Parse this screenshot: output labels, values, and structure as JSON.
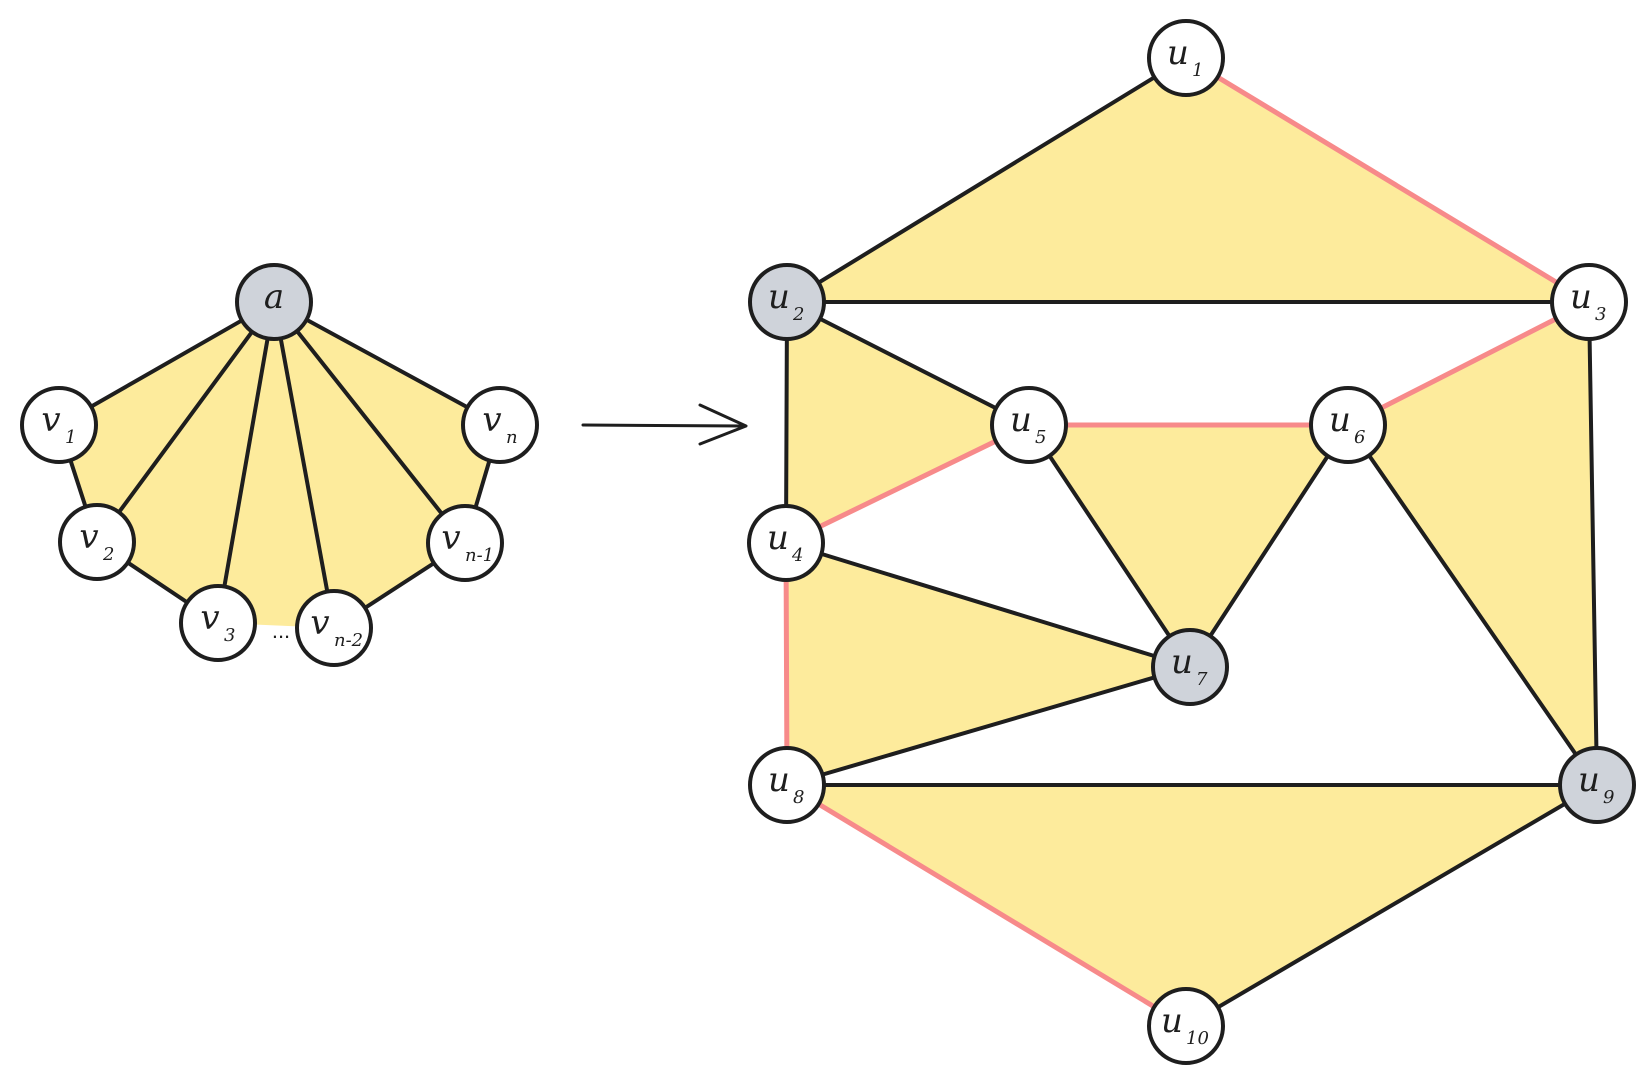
{
  "colors": {
    "face_fill": "#fdeb9c",
    "edge_black": "#1e1e1e",
    "edge_red": "#f78a8a",
    "node_white": "#ffffff",
    "node_gray": "#cfd3da",
    "node_stroke": "#1e1e1e"
  },
  "fan_graph": {
    "nodes": [
      {
        "id": "a",
        "main": "a",
        "sub": "",
        "shade": "gray"
      },
      {
        "id": "v1",
        "main": "v",
        "sub": "1",
        "shade": "white"
      },
      {
        "id": "v2",
        "main": "v",
        "sub": "2",
        "shade": "white"
      },
      {
        "id": "v3",
        "main": "v",
        "sub": "3",
        "shade": "white"
      },
      {
        "id": "vn2",
        "main": "v",
        "sub": "n-2",
        "shade": "white"
      },
      {
        "id": "vn1",
        "main": "v",
        "sub": "n-1",
        "shade": "white"
      },
      {
        "id": "vn",
        "main": "v",
        "sub": "n",
        "shade": "white"
      }
    ],
    "ellipsis": "...",
    "edges": [
      [
        "a",
        "v1"
      ],
      [
        "a",
        "v2"
      ],
      [
        "a",
        "v3"
      ],
      [
        "a",
        "vn2"
      ],
      [
        "a",
        "vn1"
      ],
      [
        "a",
        "vn"
      ],
      [
        "v1",
        "v2"
      ],
      [
        "v2",
        "v3"
      ],
      [
        "vn2",
        "vn1"
      ],
      [
        "vn1",
        "vn"
      ]
    ],
    "faces": [
      [
        "a",
        "v1",
        "v2",
        "v3",
        "vn2",
        "vn1",
        "vn"
      ]
    ]
  },
  "target_graph": {
    "nodes": [
      {
        "id": "u1",
        "main": "u",
        "sub": "1",
        "shade": "white"
      },
      {
        "id": "u2",
        "main": "u",
        "sub": "2",
        "shade": "gray"
      },
      {
        "id": "u3",
        "main": "u",
        "sub": "3",
        "shade": "white"
      },
      {
        "id": "u4",
        "main": "u",
        "sub": "4",
        "shade": "white"
      },
      {
        "id": "u5",
        "main": "u",
        "sub": "5",
        "shade": "white"
      },
      {
        "id": "u6",
        "main": "u",
        "sub": "6",
        "shade": "white"
      },
      {
        "id": "u7",
        "main": "u",
        "sub": "7",
        "shade": "gray"
      },
      {
        "id": "u8",
        "main": "u",
        "sub": "8",
        "shade": "white"
      },
      {
        "id": "u9",
        "main": "u",
        "sub": "9",
        "shade": "gray"
      },
      {
        "id": "u10",
        "main": "u",
        "sub": "10",
        "shade": "white"
      }
    ],
    "edges": [
      {
        "from": "u1",
        "to": "u2",
        "color": "black"
      },
      {
        "from": "u1",
        "to": "u3",
        "color": "red"
      },
      {
        "from": "u2",
        "to": "u3",
        "color": "black"
      },
      {
        "from": "u2",
        "to": "u4",
        "color": "black"
      },
      {
        "from": "u2",
        "to": "u5",
        "color": "black"
      },
      {
        "from": "u3",
        "to": "u6",
        "color": "red"
      },
      {
        "from": "u3",
        "to": "u9",
        "color": "black"
      },
      {
        "from": "u4",
        "to": "u5",
        "color": "red"
      },
      {
        "from": "u4",
        "to": "u7",
        "color": "black"
      },
      {
        "from": "u4",
        "to": "u8",
        "color": "red"
      },
      {
        "from": "u5",
        "to": "u6",
        "color": "red"
      },
      {
        "from": "u5",
        "to": "u7",
        "color": "black"
      },
      {
        "from": "u6",
        "to": "u7",
        "color": "black"
      },
      {
        "from": "u6",
        "to": "u9",
        "color": "black"
      },
      {
        "from": "u7",
        "to": "u8",
        "color": "black"
      },
      {
        "from": "u8",
        "to": "u9",
        "color": "black"
      },
      {
        "from": "u8",
        "to": "u10",
        "color": "red"
      },
      {
        "from": "u9",
        "to": "u10",
        "color": "black"
      }
    ],
    "faces": [
      [
        "u1",
        "u2",
        "u3"
      ],
      [
        "u2",
        "u4",
        "u5"
      ],
      [
        "u5",
        "u6",
        "u7"
      ],
      [
        "u3",
        "u6",
        "u9"
      ],
      [
        "u4",
        "u7",
        "u8"
      ],
      [
        "u8",
        "u9",
        "u10"
      ]
    ]
  }
}
